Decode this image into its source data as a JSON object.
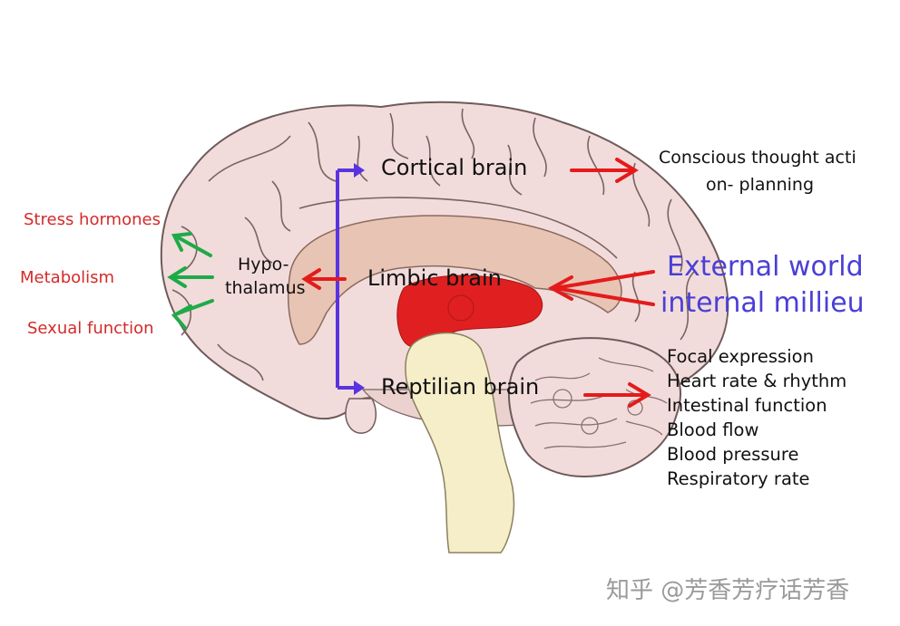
{
  "labels": {
    "cortical": "Cortical brain",
    "limbic": "Limbic  brain",
    "reptilian": "Reptilian brain",
    "hypo_line1": "Hypo-",
    "hypo_line2": "thalamus",
    "conscious_line1": "Conscious thought acti",
    "conscious_line2": "on- planning",
    "external_line1": "External world",
    "external_line2": "internal millieu"
  },
  "hormone_effects": {
    "stress": "Stress hormones",
    "metabolism": "Metabolism",
    "sexual": "Sexual function"
  },
  "reptilian_functions": [
    "Focal expression",
    "Heart rate & rhythm",
    "Intestinal function",
    "Blood flow",
    "Blood pressure",
    "Respiratory rate"
  ],
  "watermark": "知乎 @芳香芳疗话芳香",
  "colors": {
    "brain_fill": "#f2dcdb",
    "brain_stroke": "#6e5a5a",
    "limbic_fill": "#e8c4b4",
    "amygdala_red": "#e02020",
    "brainstem_fill": "#f5eec9",
    "red_arrow": "#e41b1b",
    "blue_arrow": "#5a33e0",
    "green_arrow": "#1faa48",
    "blue_text": "#4a3fd6",
    "red_text": "#d42a2a"
  }
}
